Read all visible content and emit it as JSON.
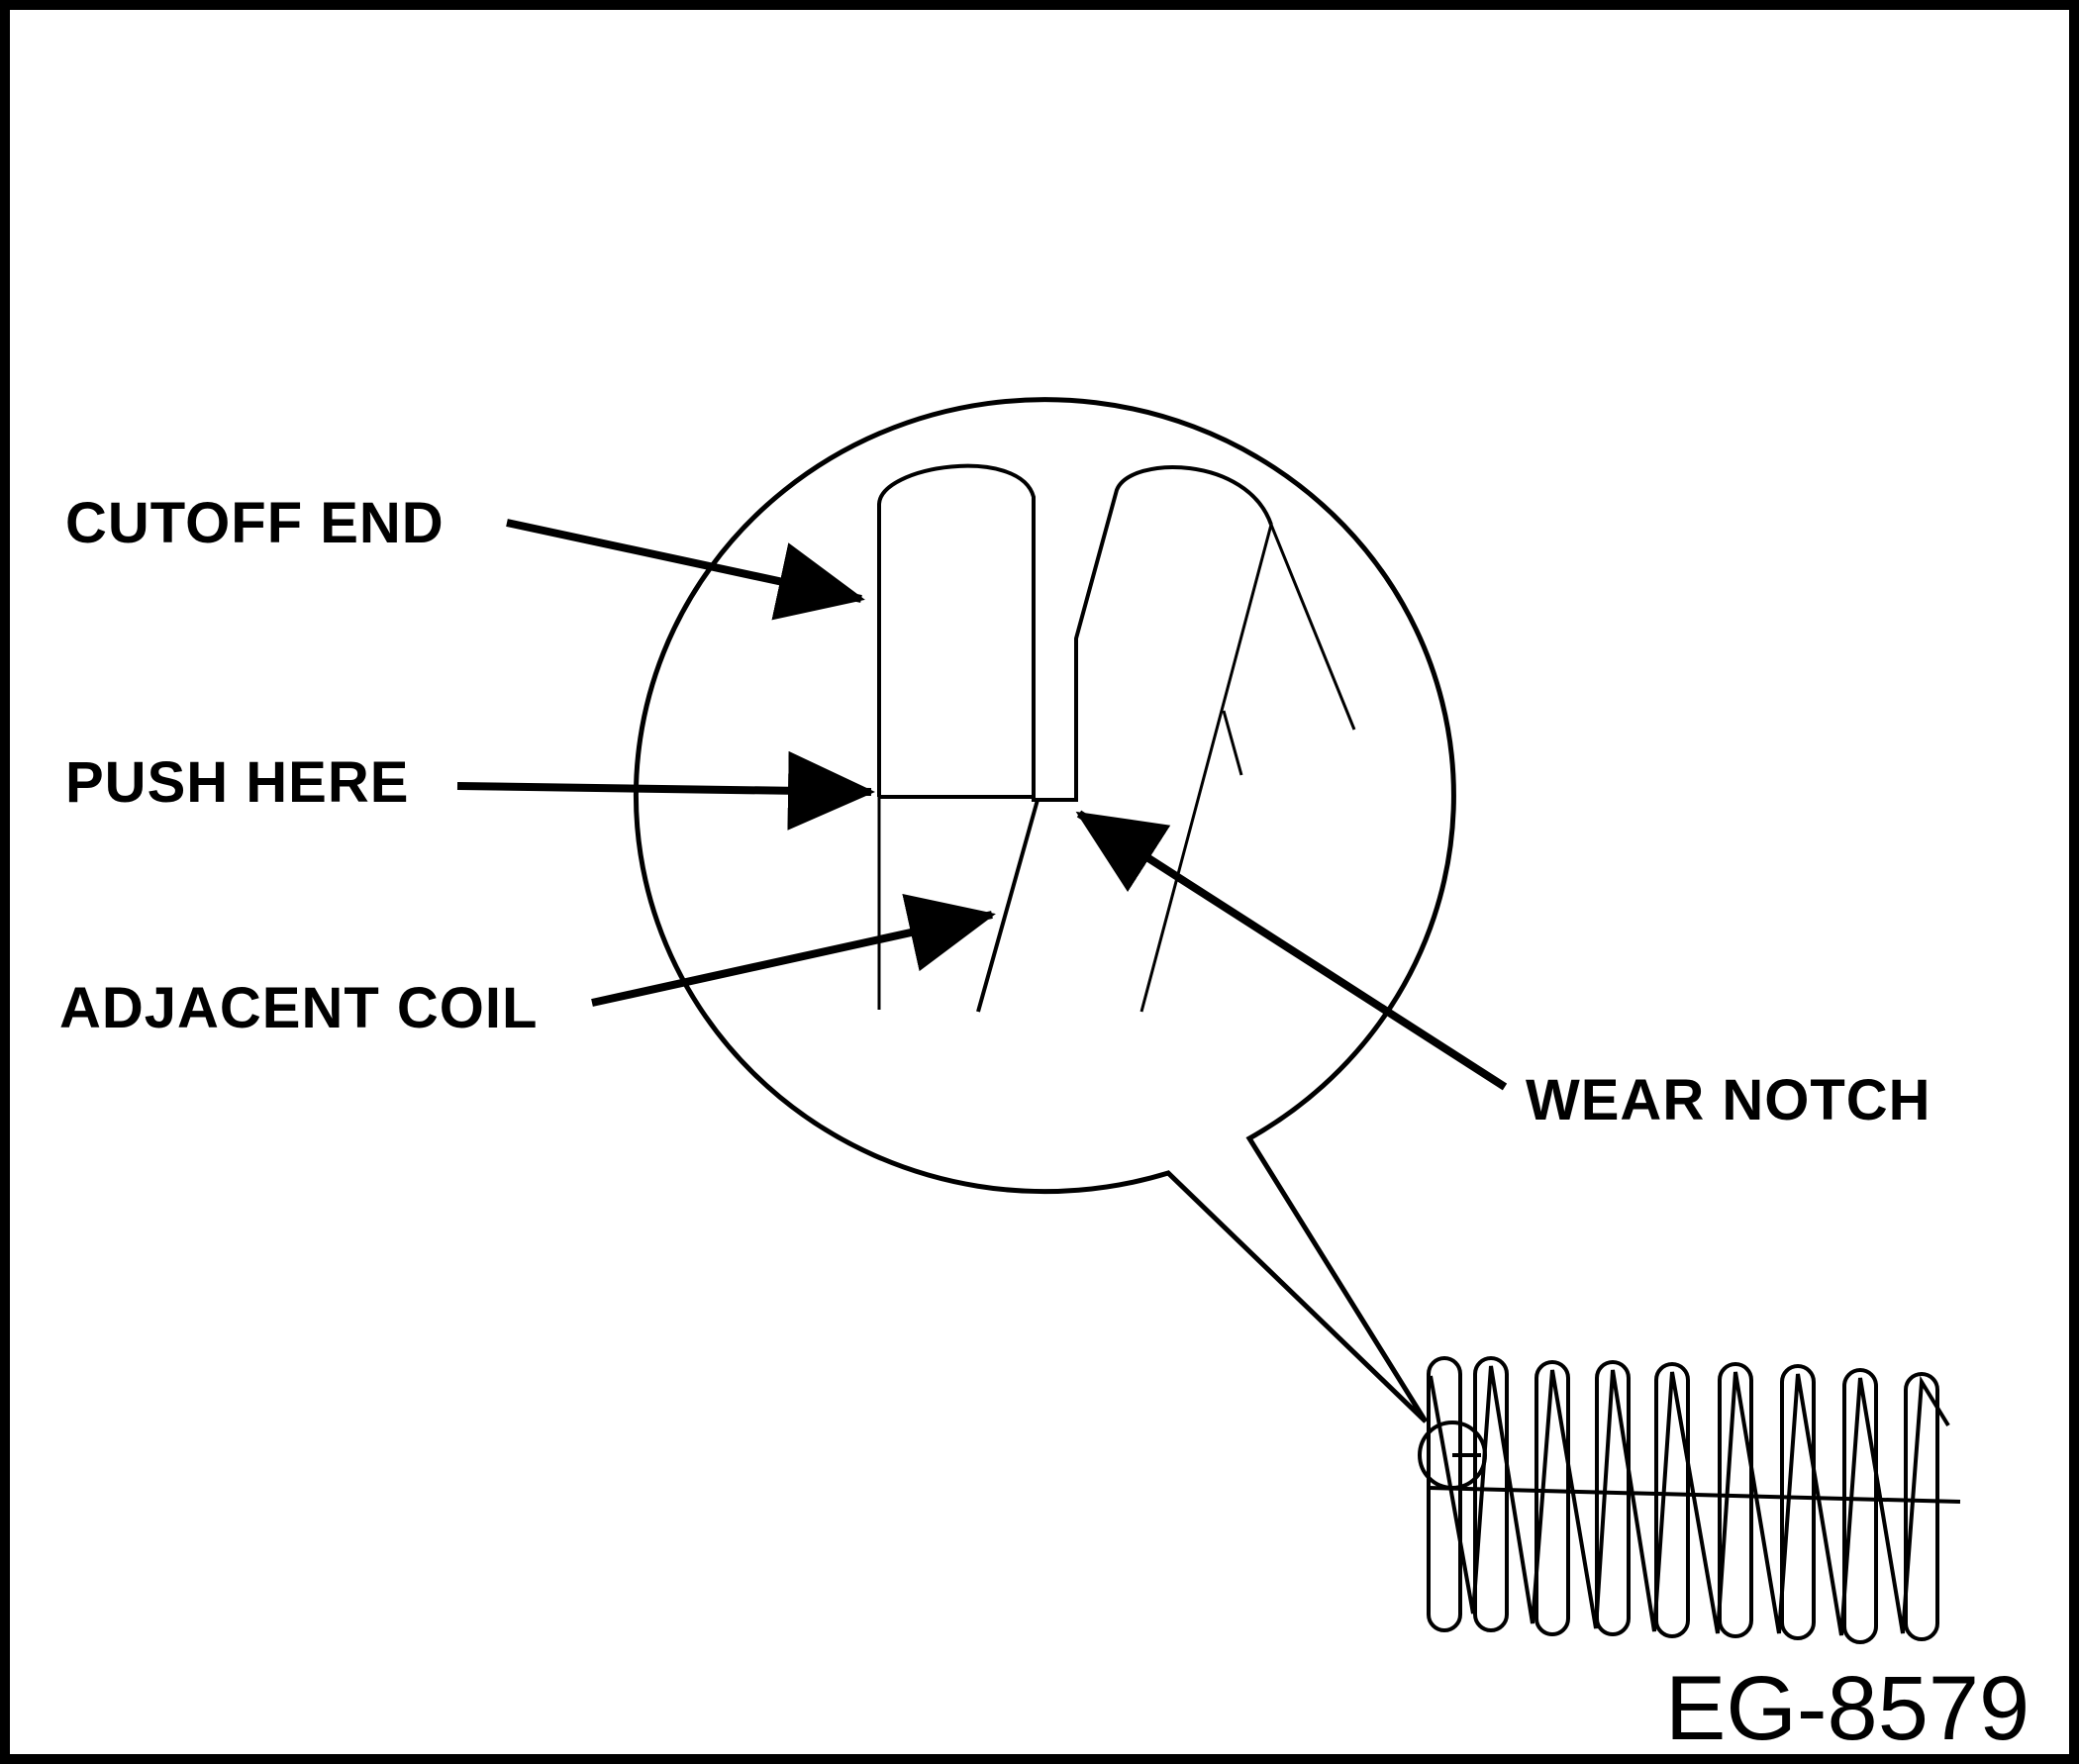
{
  "labels": {
    "cutoff_end": "CUTOFF END",
    "push_here": "PUSH HERE",
    "adjacent_coil": "ADJACENT COIL",
    "wear_notch": "WEAR NOTCH"
  },
  "figure_id": "EG-8579"
}
